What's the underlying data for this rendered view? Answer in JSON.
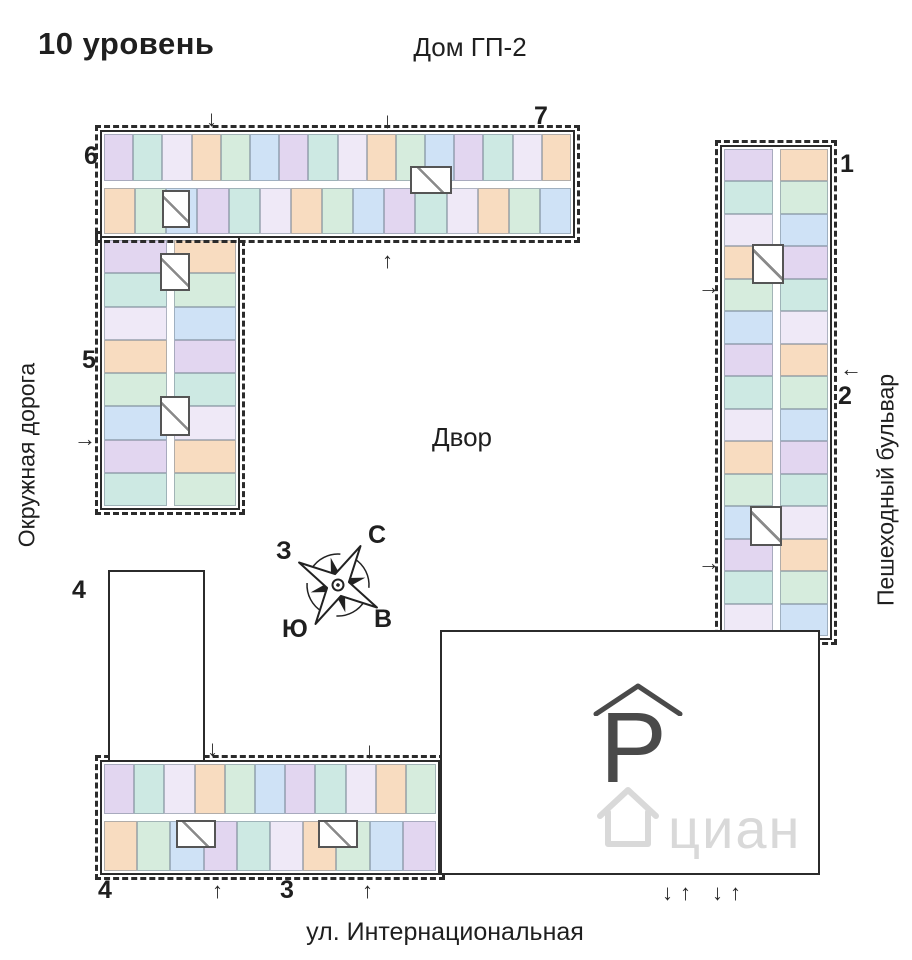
{
  "header": {
    "level_title": "10 уровень",
    "house_title": "Дом ГП-2"
  },
  "streets": {
    "left": "Окружная дорога",
    "right": "Пешеходный бульвар",
    "bottom": "ул. Интернациональная"
  },
  "courtyard": {
    "label": "Двор"
  },
  "compass": {
    "north": "С",
    "east": "В",
    "south": "Ю",
    "west": "З"
  },
  "parking": {
    "symbol": "P"
  },
  "watermark": {
    "text": "циан"
  },
  "sections": {
    "n1": "1",
    "n2": "2",
    "n3": "3",
    "n4_bottom": "4",
    "n4_left": "4",
    "n5": "5",
    "n6": "6",
    "n7": "7"
  },
  "arrows": {
    "up": "↑",
    "down": "↓",
    "left": "←",
    "right": "→"
  },
  "colors": {
    "palette": [
      "#e2d6f0",
      "#cfe2f6",
      "#d6ecdd",
      "#f8dcc0",
      "#efe9f7",
      "#cde9e3"
    ],
    "outline": "#2b2b2b",
    "watermark_gray": "#d9d9d9",
    "parking_gray": "#4a4a4a"
  }
}
